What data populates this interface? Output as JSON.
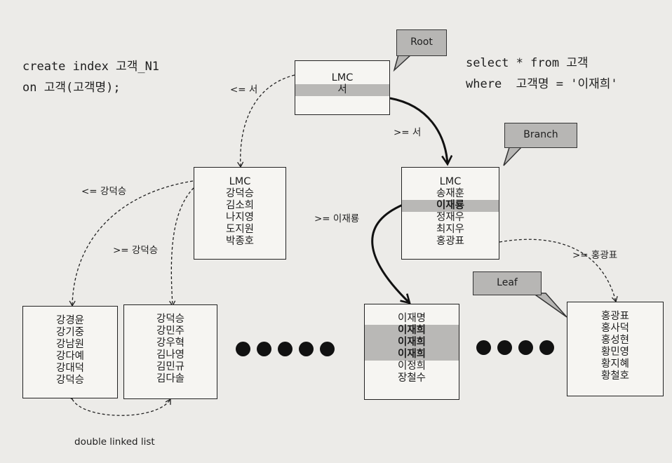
{
  "code_left": [
    "create index 고객_N1",
    "on 고객(고객명);"
  ],
  "code_right": [
    "select * from 고객",
    "where  고객명 = '이재희'"
  ],
  "callouts": {
    "root": "Root",
    "branch": "Branch",
    "leaf": "Leaf"
  },
  "nodes": {
    "root": [
      {
        "text": "LMC",
        "hl": false,
        "bold": false
      },
      {
        "text": "서",
        "hl": true,
        "bold": false
      }
    ],
    "branch_left": [
      {
        "text": "LMC",
        "hl": false,
        "bold": false
      },
      {
        "text": "강덕승",
        "hl": false,
        "bold": false
      },
      {
        "text": "김소희",
        "hl": false,
        "bold": false
      },
      {
        "text": "나지영",
        "hl": false,
        "bold": false
      },
      {
        "text": "도지원",
        "hl": false,
        "bold": false
      },
      {
        "text": "박종호",
        "hl": false,
        "bold": false
      }
    ],
    "branch_right": [
      {
        "text": "LMC",
        "hl": false,
        "bold": false
      },
      {
        "text": "송재훈",
        "hl": false,
        "bold": false
      },
      {
        "text": "이재룡",
        "hl": true,
        "bold": true
      },
      {
        "text": "정재우",
        "hl": false,
        "bold": false
      },
      {
        "text": "최지우",
        "hl": false,
        "bold": false
      },
      {
        "text": "홍광표",
        "hl": false,
        "bold": false
      }
    ],
    "leaf1": [
      {
        "text": "강경윤",
        "hl": false,
        "bold": false
      },
      {
        "text": "강기중",
        "hl": false,
        "bold": false
      },
      {
        "text": "강남원",
        "hl": false,
        "bold": false
      },
      {
        "text": "강다예",
        "hl": false,
        "bold": false
      },
      {
        "text": "강대덕",
        "hl": false,
        "bold": false
      },
      {
        "text": "강덕승",
        "hl": false,
        "bold": false
      }
    ],
    "leaf2": [
      {
        "text": "강덕승",
        "hl": false,
        "bold": false
      },
      {
        "text": "강민주",
        "hl": false,
        "bold": false
      },
      {
        "text": "강우혁",
        "hl": false,
        "bold": false
      },
      {
        "text": "김나영",
        "hl": false,
        "bold": false
      },
      {
        "text": "김민규",
        "hl": false,
        "bold": false
      },
      {
        "text": "김다솔",
        "hl": false,
        "bold": false
      }
    ],
    "leaf3": [
      {
        "text": "이재명",
        "hl": false,
        "bold": false
      },
      {
        "text": "이재희",
        "hl": true,
        "bold": true
      },
      {
        "text": "이재희",
        "hl": true,
        "bold": true
      },
      {
        "text": "이재희",
        "hl": true,
        "bold": true
      },
      {
        "text": "이정희",
        "hl": false,
        "bold": false
      },
      {
        "text": "장철수",
        "hl": false,
        "bold": false
      }
    ],
    "leaf4": [
      {
        "text": "홍광표",
        "hl": false,
        "bold": false
      },
      {
        "text": "홍사덕",
        "hl": false,
        "bold": false
      },
      {
        "text": "홍성현",
        "hl": false,
        "bold": false
      },
      {
        "text": "황민영",
        "hl": false,
        "bold": false
      },
      {
        "text": "황지혜",
        "hl": false,
        "bold": false
      },
      {
        "text": "황철호",
        "hl": false,
        "bold": false
      }
    ]
  },
  "edge_labels": {
    "root_left": "<= 서",
    "root_right": ">= 서",
    "bl_leaf1": "<= 강덕승",
    "bl_leaf2": ">= 강덕승",
    "br_leaf3": ">= 이재룡",
    "br_leaf4": ">= 홍광표"
  },
  "caption": "double linked list",
  "colors": {
    "highlight": "#b9b8b6",
    "callout": "#b7b6b4",
    "background": "#ecebe8"
  }
}
